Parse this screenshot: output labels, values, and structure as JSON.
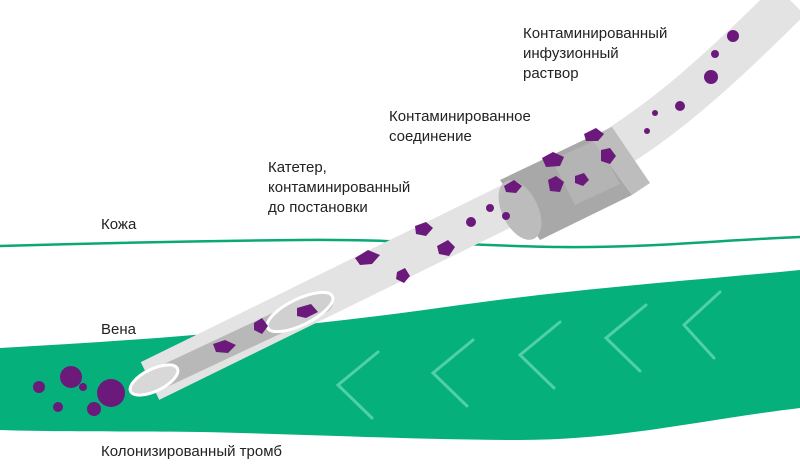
{
  "labels": {
    "skin": "Кожа",
    "vein": "Вена",
    "thrombus": "Колонизированный тромб",
    "catheter": [
      "Катетер,",
      "контаминированный",
      "до постановки"
    ],
    "connection": [
      "Контаминированное",
      "соединение"
    ],
    "infusion": [
      "Контаминированный",
      "инфузионный",
      "раствор"
    ]
  },
  "colors": {
    "skin_line": "#0aa874",
    "vein_fill": "#05b07a",
    "vein_chevrons": "#4fd0a6",
    "tube_light": "#e3e3e3",
    "tube_dark": "#b5b5b5",
    "connector": "#a8a8a8",
    "pathogen": "#6b1a7c"
  }
}
